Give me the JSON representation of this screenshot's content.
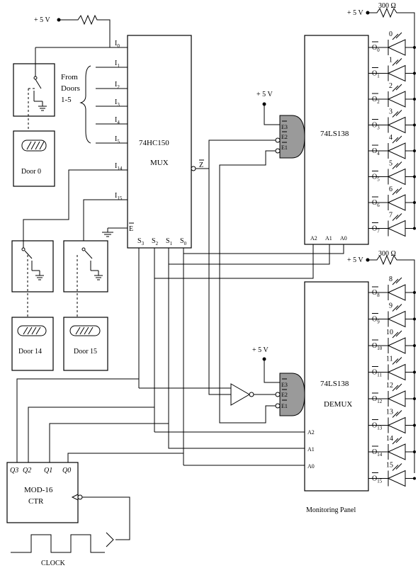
{
  "labels": {
    "vcc": "+ 5 V",
    "resistor_value": "300 Ω",
    "mux_part": "74HC150",
    "mux_name": "MUX",
    "decoder_part": "74LS138",
    "demux_name": "DEMUX",
    "from_doors": [
      "From",
      "Doors",
      "1-5"
    ],
    "door_0": "Door 0",
    "door_14": "Door 14",
    "door_15": "Door 15",
    "counter": [
      "MOD-16",
      "CTR"
    ],
    "clock": "CLOCK",
    "panel": "Monitoring Panel"
  },
  "mux_inputs": [
    "I0",
    "I1",
    "I2",
    "I3",
    "I4",
    "I5",
    "I14",
    "I15"
  ],
  "mux_selects": [
    "S3",
    "S2",
    "S1",
    "S0"
  ],
  "mux_enable": "E",
  "mux_output": "Z",
  "decoder_enables": [
    "E3",
    "E2",
    "E1"
  ],
  "decoder_address": [
    "A2",
    "A1",
    "A0"
  ],
  "counter_outputs": [
    "Q3",
    "Q2",
    "Q1",
    "Q0"
  ],
  "top_outputs": [
    "O0",
    "O1",
    "O2",
    "O3",
    "O4",
    "O5",
    "O6",
    "O7"
  ],
  "bottom_outputs": [
    "O8",
    "O9",
    "O10",
    "O11",
    "O12",
    "O13",
    "O14",
    "O15"
  ],
  "top_led_numbers": [
    "0",
    "1",
    "2",
    "3",
    "4",
    "5",
    "6",
    "7"
  ],
  "bottom_led_numbers": [
    "8",
    "9",
    "10",
    "11",
    "12",
    "13",
    "14",
    "15"
  ]
}
